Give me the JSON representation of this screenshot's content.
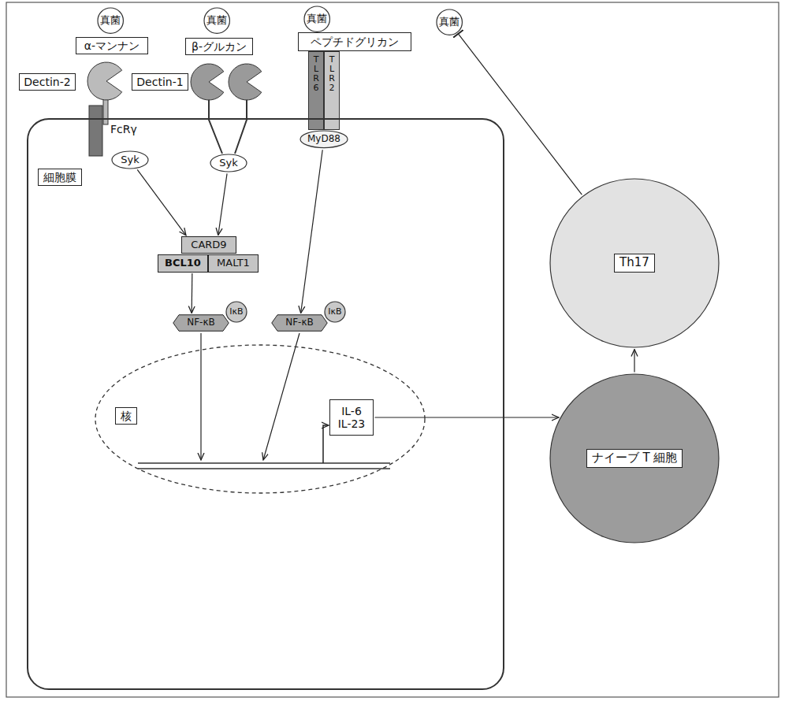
{
  "diagram": {
    "nodes": [
      {
        "text": [
          "真菌"
        ]
      },
      {
        "text": [
          "真菌"
        ]
      },
      {
        "text": [
          "真菌"
        ]
      },
      {
        "text": [
          "真菌"
        ]
      },
      {
        "text": [
          "α-マンナン"
        ]
      },
      {
        "text": [
          "β-グルカン"
        ]
      },
      {
        "text": [
          "ペプチドグリカン"
        ]
      },
      {
        "text": [
          "Dectin-2"
        ]
      },
      {
        "text": [
          "Dectin-1"
        ]
      },
      {
        "text": [
          "TLR6"
        ]
      },
      {
        "text": [
          "TLR2"
        ]
      },
      {
        "text": [
          "細胞膜"
        ]
      },
      {
        "text": [
          "Syk"
        ],
        "in": 11
      },
      {
        "text": [
          "Syk"
        ],
        "in": 11
      },
      {
        "text": [
          "MyD88"
        ],
        "in": 11
      },
      {
        "text": [
          "CARD9"
        ],
        "in": 11
      },
      {
        "text": [
          "BCL10"
        ],
        "in": 11
      },
      {
        "text": [
          "MALT1"
        ],
        "in": 11
      },
      {
        "text": [
          "NF-κB"
        ],
        "in": 11
      },
      {
        "text": [
          "IκB"
        ],
        "in": 11
      },
      {
        "text": [
          "NF-κB"
        ],
        "in": 11
      },
      {
        "text": [
          "IκB"
        ],
        "in": 11
      },
      {
        "text": [
          "核"
        ],
        "in": 11
      },
      {
        "text": [
          "IL-6 IL-23"
        ],
        "in": 22
      },
      {
        "text": [
          "ナイーブ T 細胞"
        ]
      },
      {
        "text": [
          "Th17"
        ]
      }
    ],
    "edges": [
      {
        "from": 12,
        "to": 15,
        "arrow": "to"
      },
      {
        "from": 13,
        "to": 15,
        "arrow": "to"
      },
      {
        "from": 16,
        "to": 18,
        "arrow": "to"
      },
      {
        "from": 14,
        "to": 20,
        "arrow": "to"
      },
      {
        "from": 23,
        "to": 24,
        "arrow": "to"
      },
      {
        "from": 24,
        "to": 25,
        "arrow": "to"
      },
      {
        "from": 25,
        "to": 3,
        "arrow": "to"
      }
    ],
    "labels": [
      "FcRγ"
    ]
  }
}
